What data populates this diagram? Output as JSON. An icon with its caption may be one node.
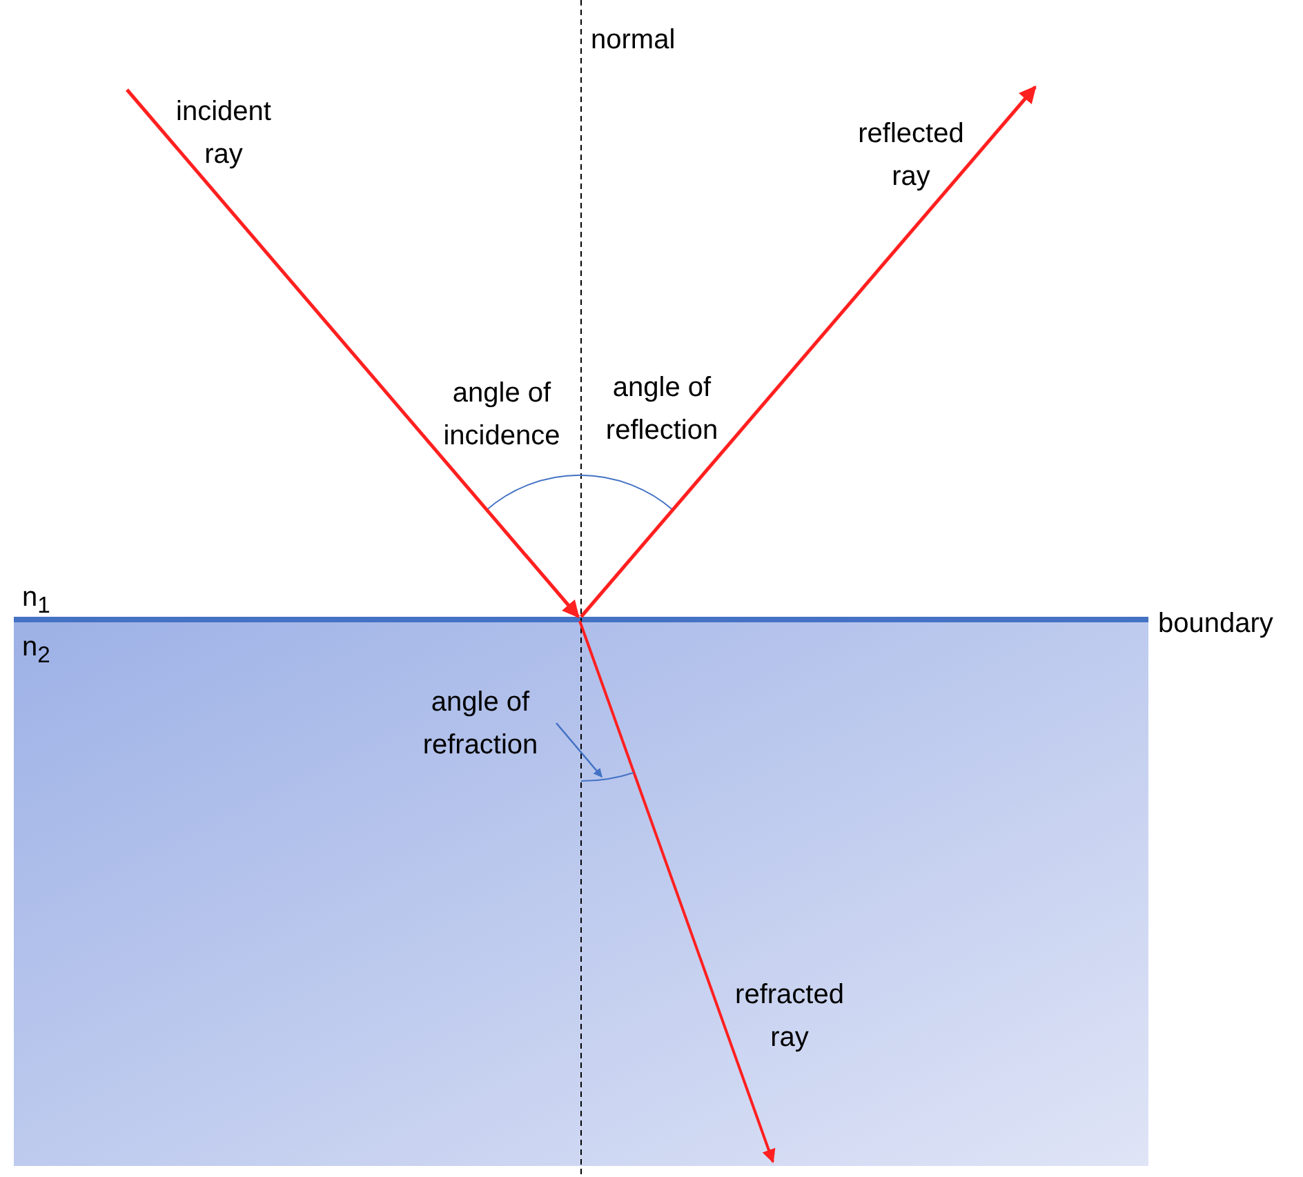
{
  "diagram": {
    "nodes": [
      {
        "text": [
          "angle of refraction"
        ]
      },
      {
        "text": [],
        "shape": "arc"
      }
    ],
    "edges": [
      {
        "from": 0,
        "to": 1,
        "arrow": "to",
        "color": "#4472c4"
      }
    ],
    "labels": [
      "normal",
      "incident ray",
      "reflected ray",
      "angle of incidence",
      "angle of reflection",
      "n$_{1}$",
      "boundary",
      "n$_{2}$",
      "refracted ray"
    ]
  }
}
